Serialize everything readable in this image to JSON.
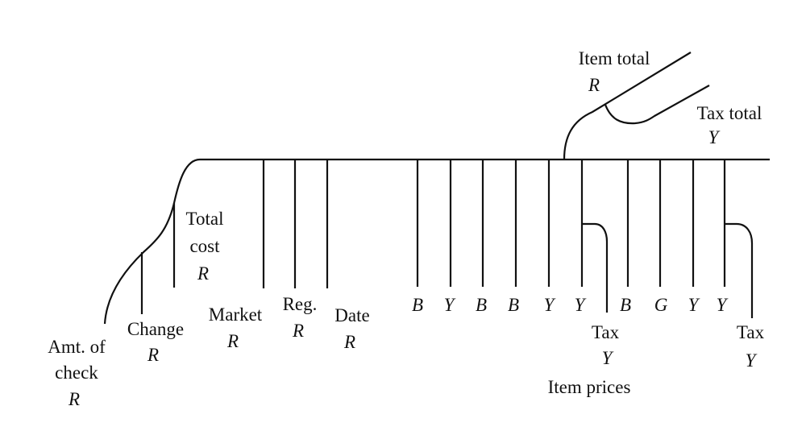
{
  "labels": {
    "amt_of_check": [
      "Amt. of",
      "check",
      "R"
    ],
    "change": [
      "Change",
      "R"
    ],
    "total_cost": [
      "Total",
      "cost",
      "R"
    ],
    "market": [
      "Market",
      "R"
    ],
    "reg": [
      "Reg.",
      "R"
    ],
    "date": [
      "Date",
      "R"
    ],
    "item_total": [
      "Item total",
      "R"
    ],
    "tax_total": [
      "Tax total",
      "Y"
    ],
    "tax1": [
      "Tax",
      "Y"
    ],
    "tax2": [
      "Tax",
      "Y"
    ],
    "item_prices": "Item prices"
  },
  "item_codes": [
    "B",
    "Y",
    "B",
    "B",
    "Y",
    "Y",
    "B",
    "G",
    "Y",
    "Y"
  ]
}
